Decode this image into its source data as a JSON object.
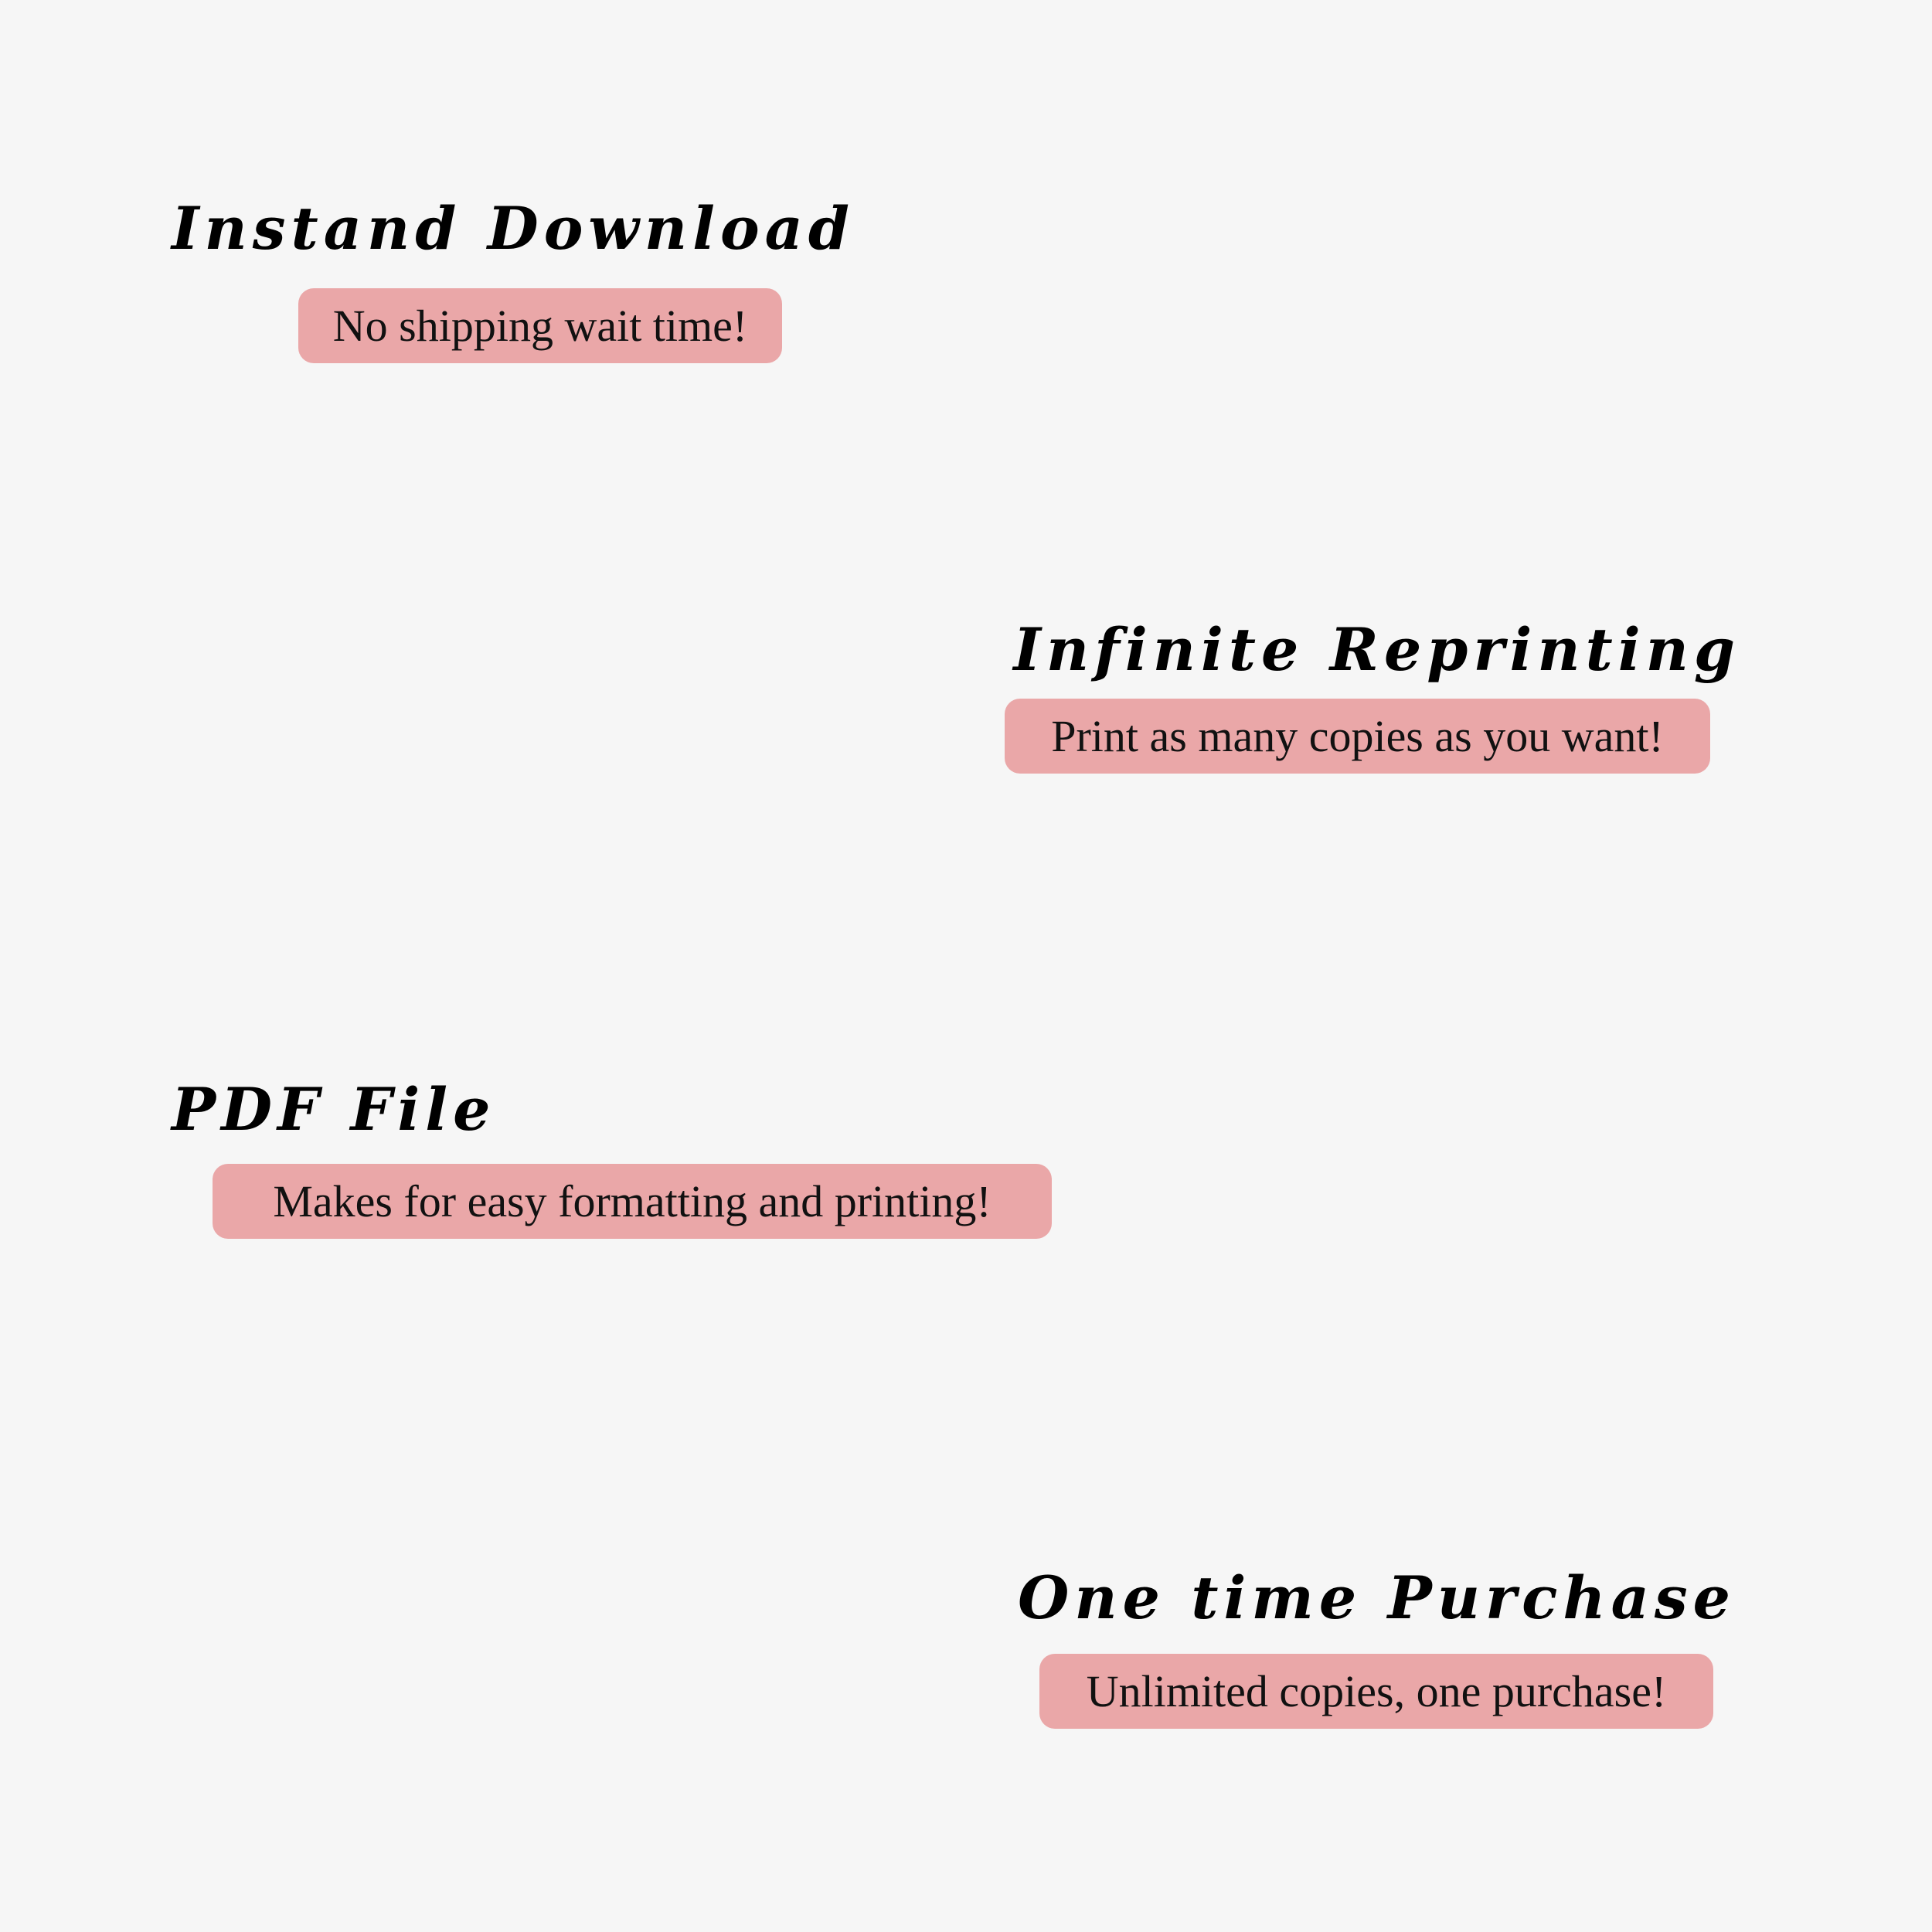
{
  "features": [
    {
      "title": "Instand Download",
      "subtitle": "No shipping wait time!"
    },
    {
      "title": "Infinite Reprinting",
      "subtitle": "Print as many copies as you want!"
    },
    {
      "title": "PDF File",
      "subtitle": "Makes for easy formatting and printing!"
    },
    {
      "title": "One time Purchase",
      "subtitle": "Unlimited copies, one purchase!"
    }
  ],
  "colors": {
    "background": "#f6f6f6",
    "pill": "#eaa7a8",
    "title_text": "#000000",
    "pill_text": "#111111"
  }
}
